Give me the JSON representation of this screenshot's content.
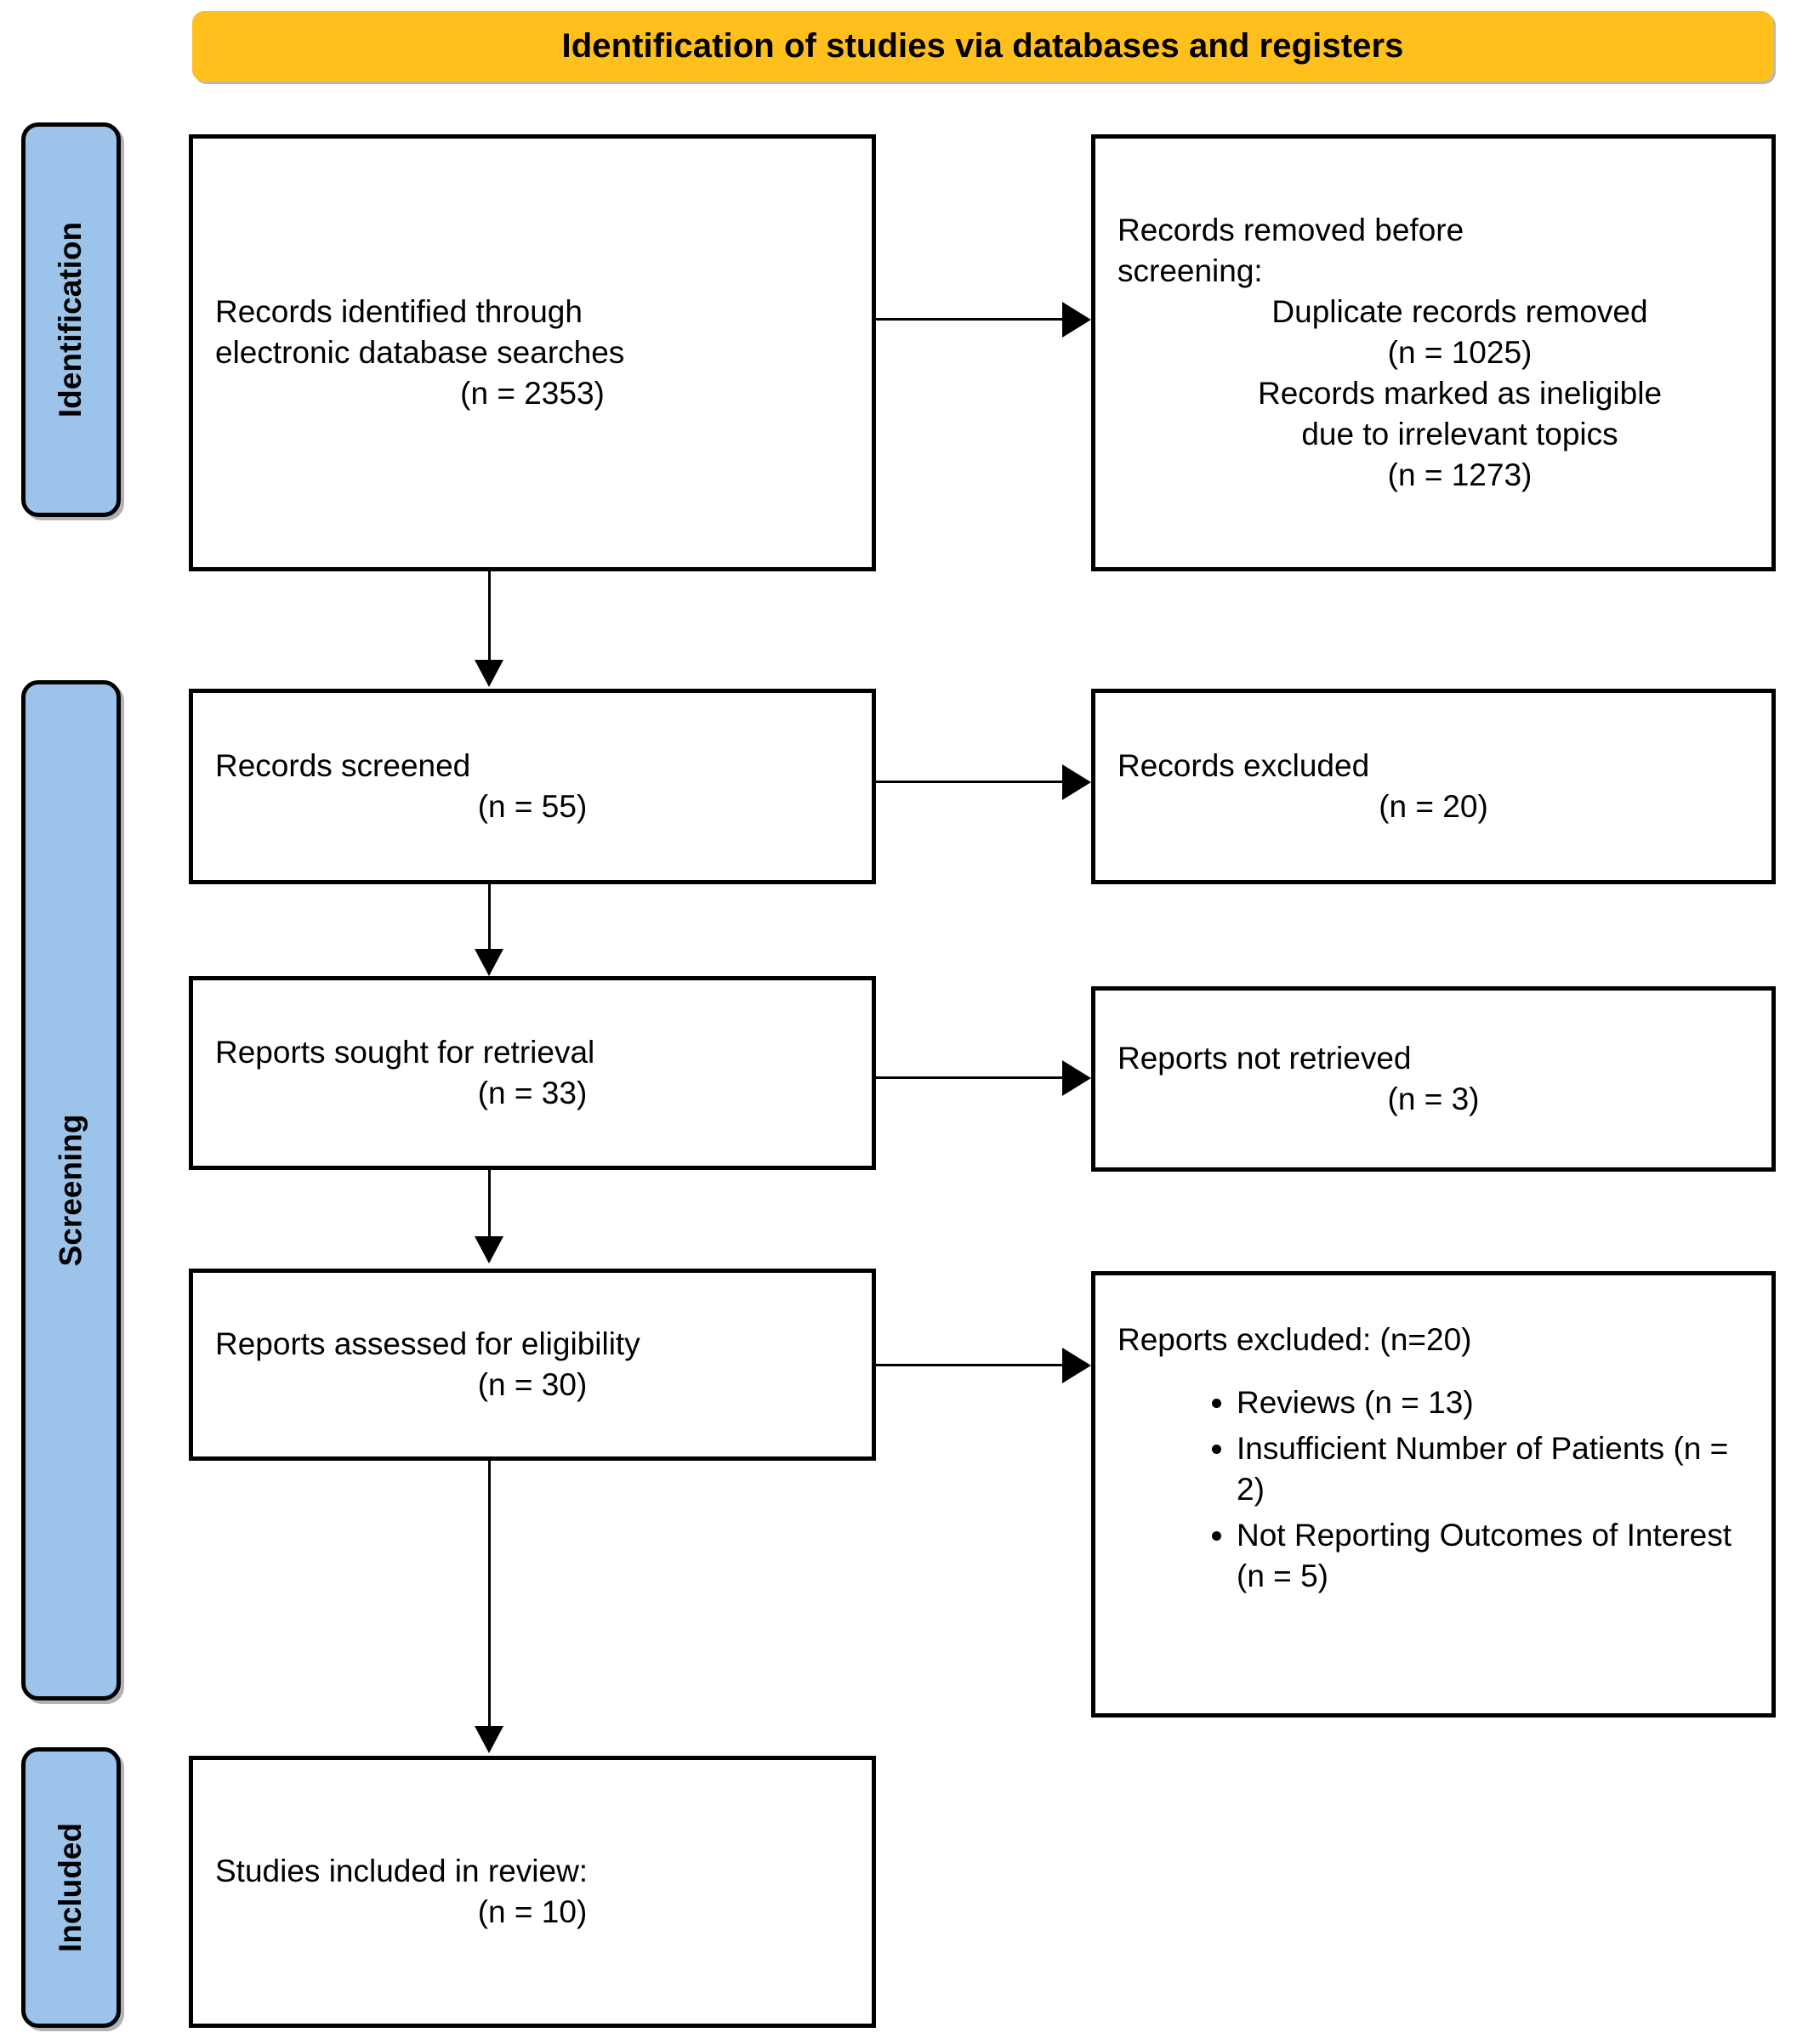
{
  "banner": {
    "title": "Identification of studies via databases and registers"
  },
  "colors": {
    "banner_bg": "#FFC01E",
    "stage_bg": "#9CC3E9",
    "border": "#000000",
    "page_bg": "#FFFFFF"
  },
  "stages": [
    {
      "id": "identification",
      "label": "Identification"
    },
    {
      "id": "screening",
      "label": "Screening"
    },
    {
      "id": "included",
      "label": "Included"
    }
  ],
  "boxes": {
    "identified": {
      "line1": "Records identified through",
      "line2": "electronic database searches",
      "count": "(n = 2353)"
    },
    "removed": {
      "line1": "Records removed before",
      "line2": "screening:",
      "sub1": "Duplicate records removed",
      "sub1_count": "(n = 1025)",
      "sub2a": "Records marked as ineligible",
      "sub2b": "due to irrelevant topics",
      "sub2_count": "(n = 1273)"
    },
    "screened": {
      "label": "Records screened",
      "count": "(n = 55)"
    },
    "records_excluded": {
      "label": "Records excluded",
      "count": "(n = 20)"
    },
    "sought": {
      "label": "Reports sought for retrieval",
      "count": "(n = 33)"
    },
    "not_retrieved": {
      "label": "Reports not retrieved",
      "count": "(n = 3)"
    },
    "assessed": {
      "label": "Reports assessed for eligibility",
      "count": "(n = 30)"
    },
    "reports_excluded": {
      "heading": "Reports excluded: (n=20)",
      "reasons": [
        "Reviews (n = 13)",
        "Insufficient Number of Patients (n = 2)",
        "Not Reporting Outcomes of Interest (n = 5)"
      ]
    },
    "included": {
      "label": "Studies included in review:",
      "count": "(n = 10)"
    }
  }
}
